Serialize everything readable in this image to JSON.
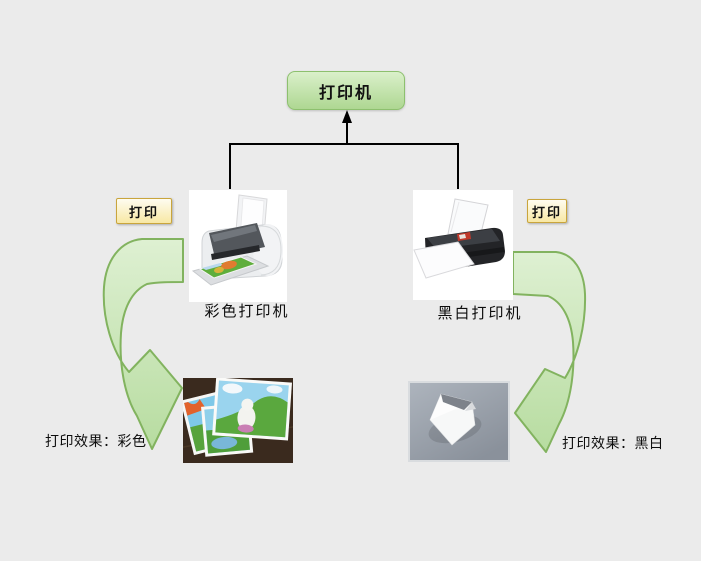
{
  "canvas": {
    "background": "#ebebeb"
  },
  "root": {
    "label": "打印机"
  },
  "branches": {
    "color": {
      "badge": "打印",
      "caption": "彩色打印机",
      "result": "打印效果：彩色"
    },
    "mono": {
      "badge": "打印",
      "caption": "黑白打印机",
      "result": "打印效果：黑白"
    }
  },
  "icons": {
    "root_connector": "up-arrow-icon",
    "color_flow": "curved-down-right-arrow-icon",
    "mono_flow": "curved-down-left-arrow-icon"
  },
  "colors": {
    "node_fill_top": "#daf0ca",
    "node_fill_bottom": "#aed792",
    "node_border": "#8dc06e",
    "badge_fill_top": "#fefcf0",
    "badge_fill_bottom": "#f8e8a4",
    "badge_border": "#c9a53c",
    "arrow_fill_top": "#def0d2",
    "arrow_fill_bottom": "#b7dca0",
    "arrow_border": "#82b35f",
    "connector": "#000000"
  }
}
